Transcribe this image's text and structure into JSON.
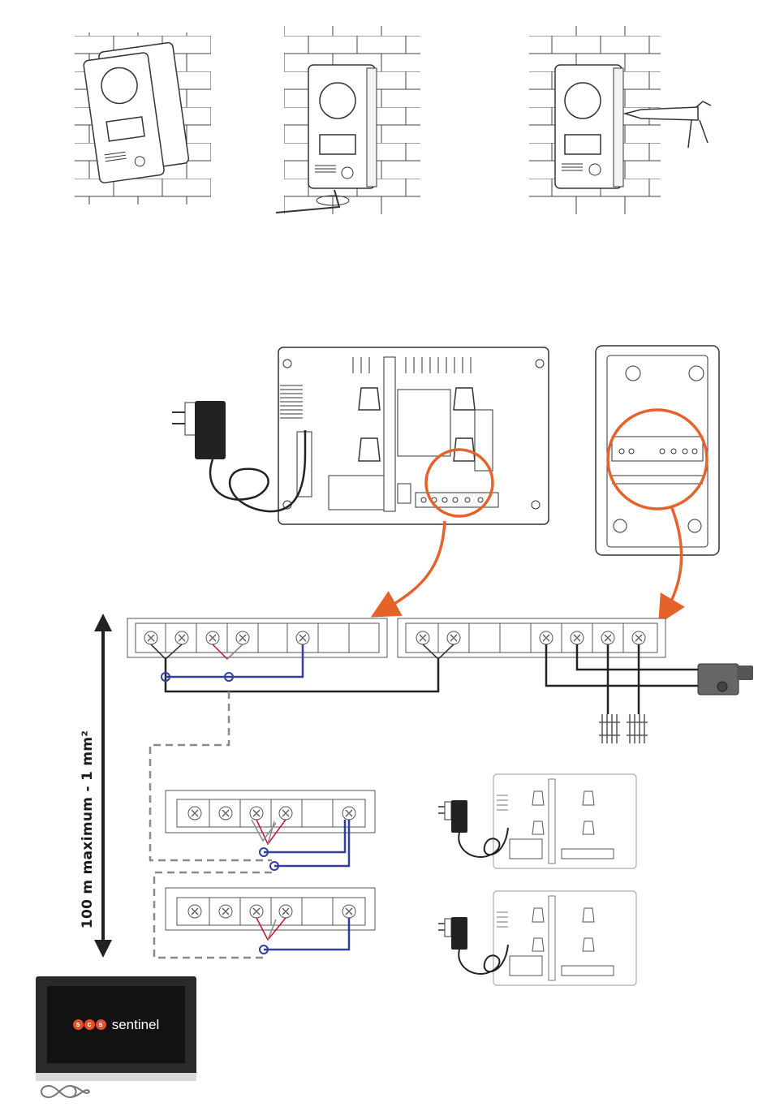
{
  "cable_spec_label": "100 m maximum - 1 mm²",
  "brand": {
    "letters": [
      "s",
      "c",
      "s"
    ],
    "word": "sentinel"
  },
  "colors": {
    "accent_orange": "#e5632b",
    "wire_blue": "#2f3f9a",
    "wire_red": "#c8102e",
    "wire_grey": "#8a8a8a",
    "line_dark": "#222222",
    "device_outline": "#333333"
  },
  "icons": [
    "brick-wall",
    "door-station-icon",
    "screwdriver-icon",
    "silicone-gun-icon",
    "power-adapter-icon",
    "electric-lock-icon",
    "infinity-loop-icon"
  ]
}
